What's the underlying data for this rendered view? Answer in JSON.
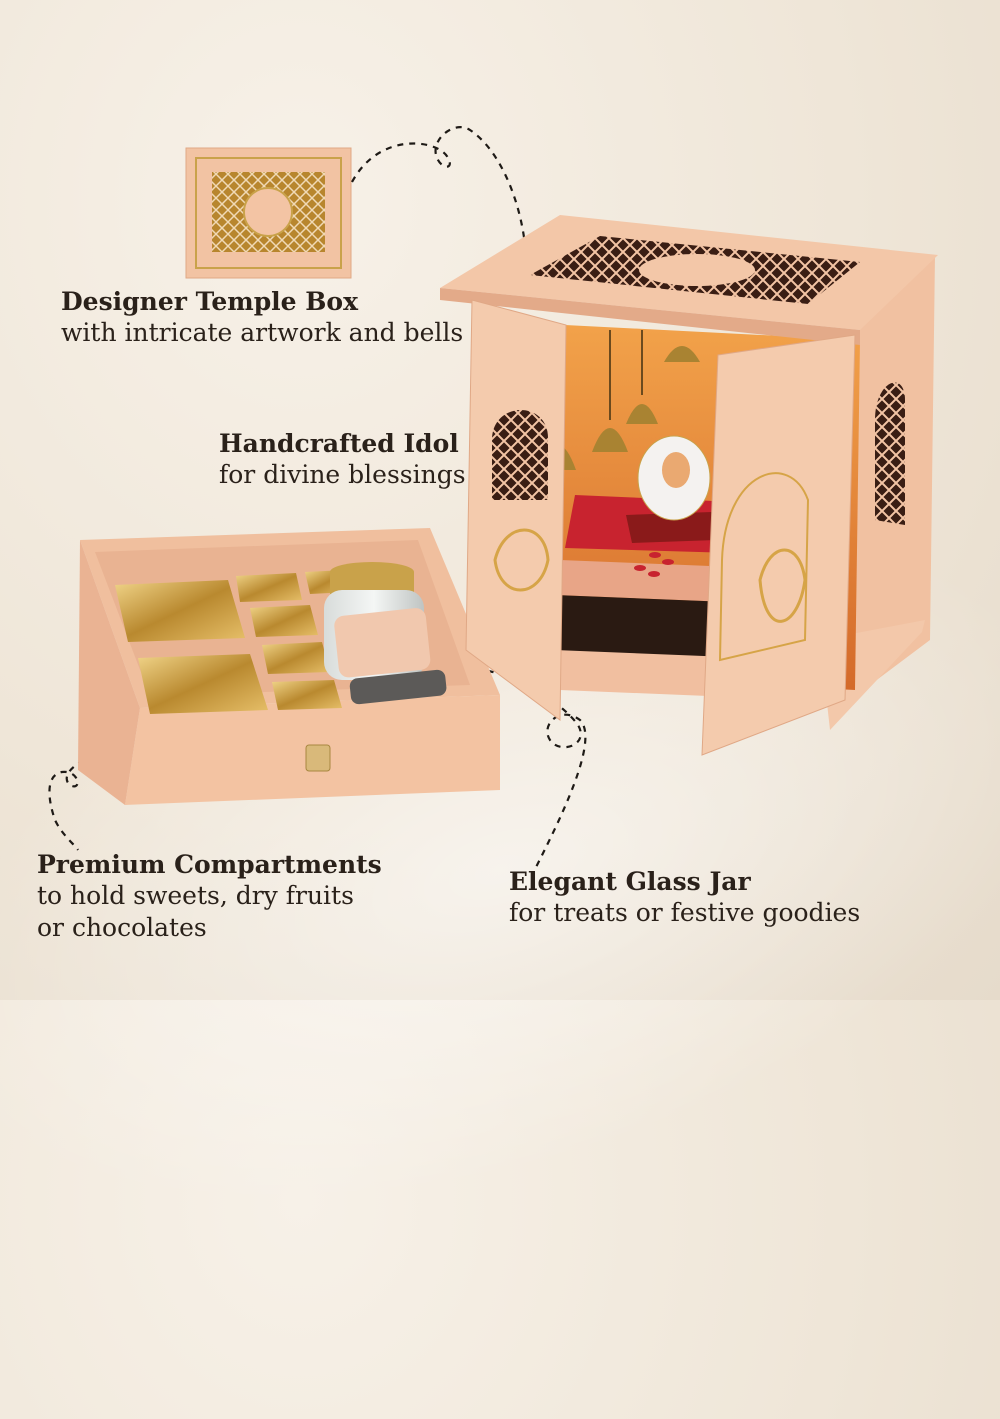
{
  "labels": {
    "temple_box": {
      "title": "Designer Temple Box",
      "subtitle": "with intricate artwork and bells"
    },
    "idol": {
      "title": "Handcrafted Idol",
      "subtitle": "for divine blessings"
    },
    "compartments": {
      "title": "Premium Compartments",
      "line1": "to hold sweets, dry fruits",
      "line2": "or chocolates"
    },
    "glass_jar": {
      "title": "Elegant Glass Jar",
      "subtitle": "for treats or festive goodies"
    }
  },
  "colors": {
    "box_peach": "#f3c4a4",
    "box_shadow": "#e0a886",
    "gold": "#c9a24a",
    "lattice": "#3a1e14",
    "interior_red": "#c8232f",
    "text": "#2a211a"
  },
  "icons": [
    "bell-icon",
    "idol-icon",
    "footprints-icon",
    "peacock-icon"
  ]
}
